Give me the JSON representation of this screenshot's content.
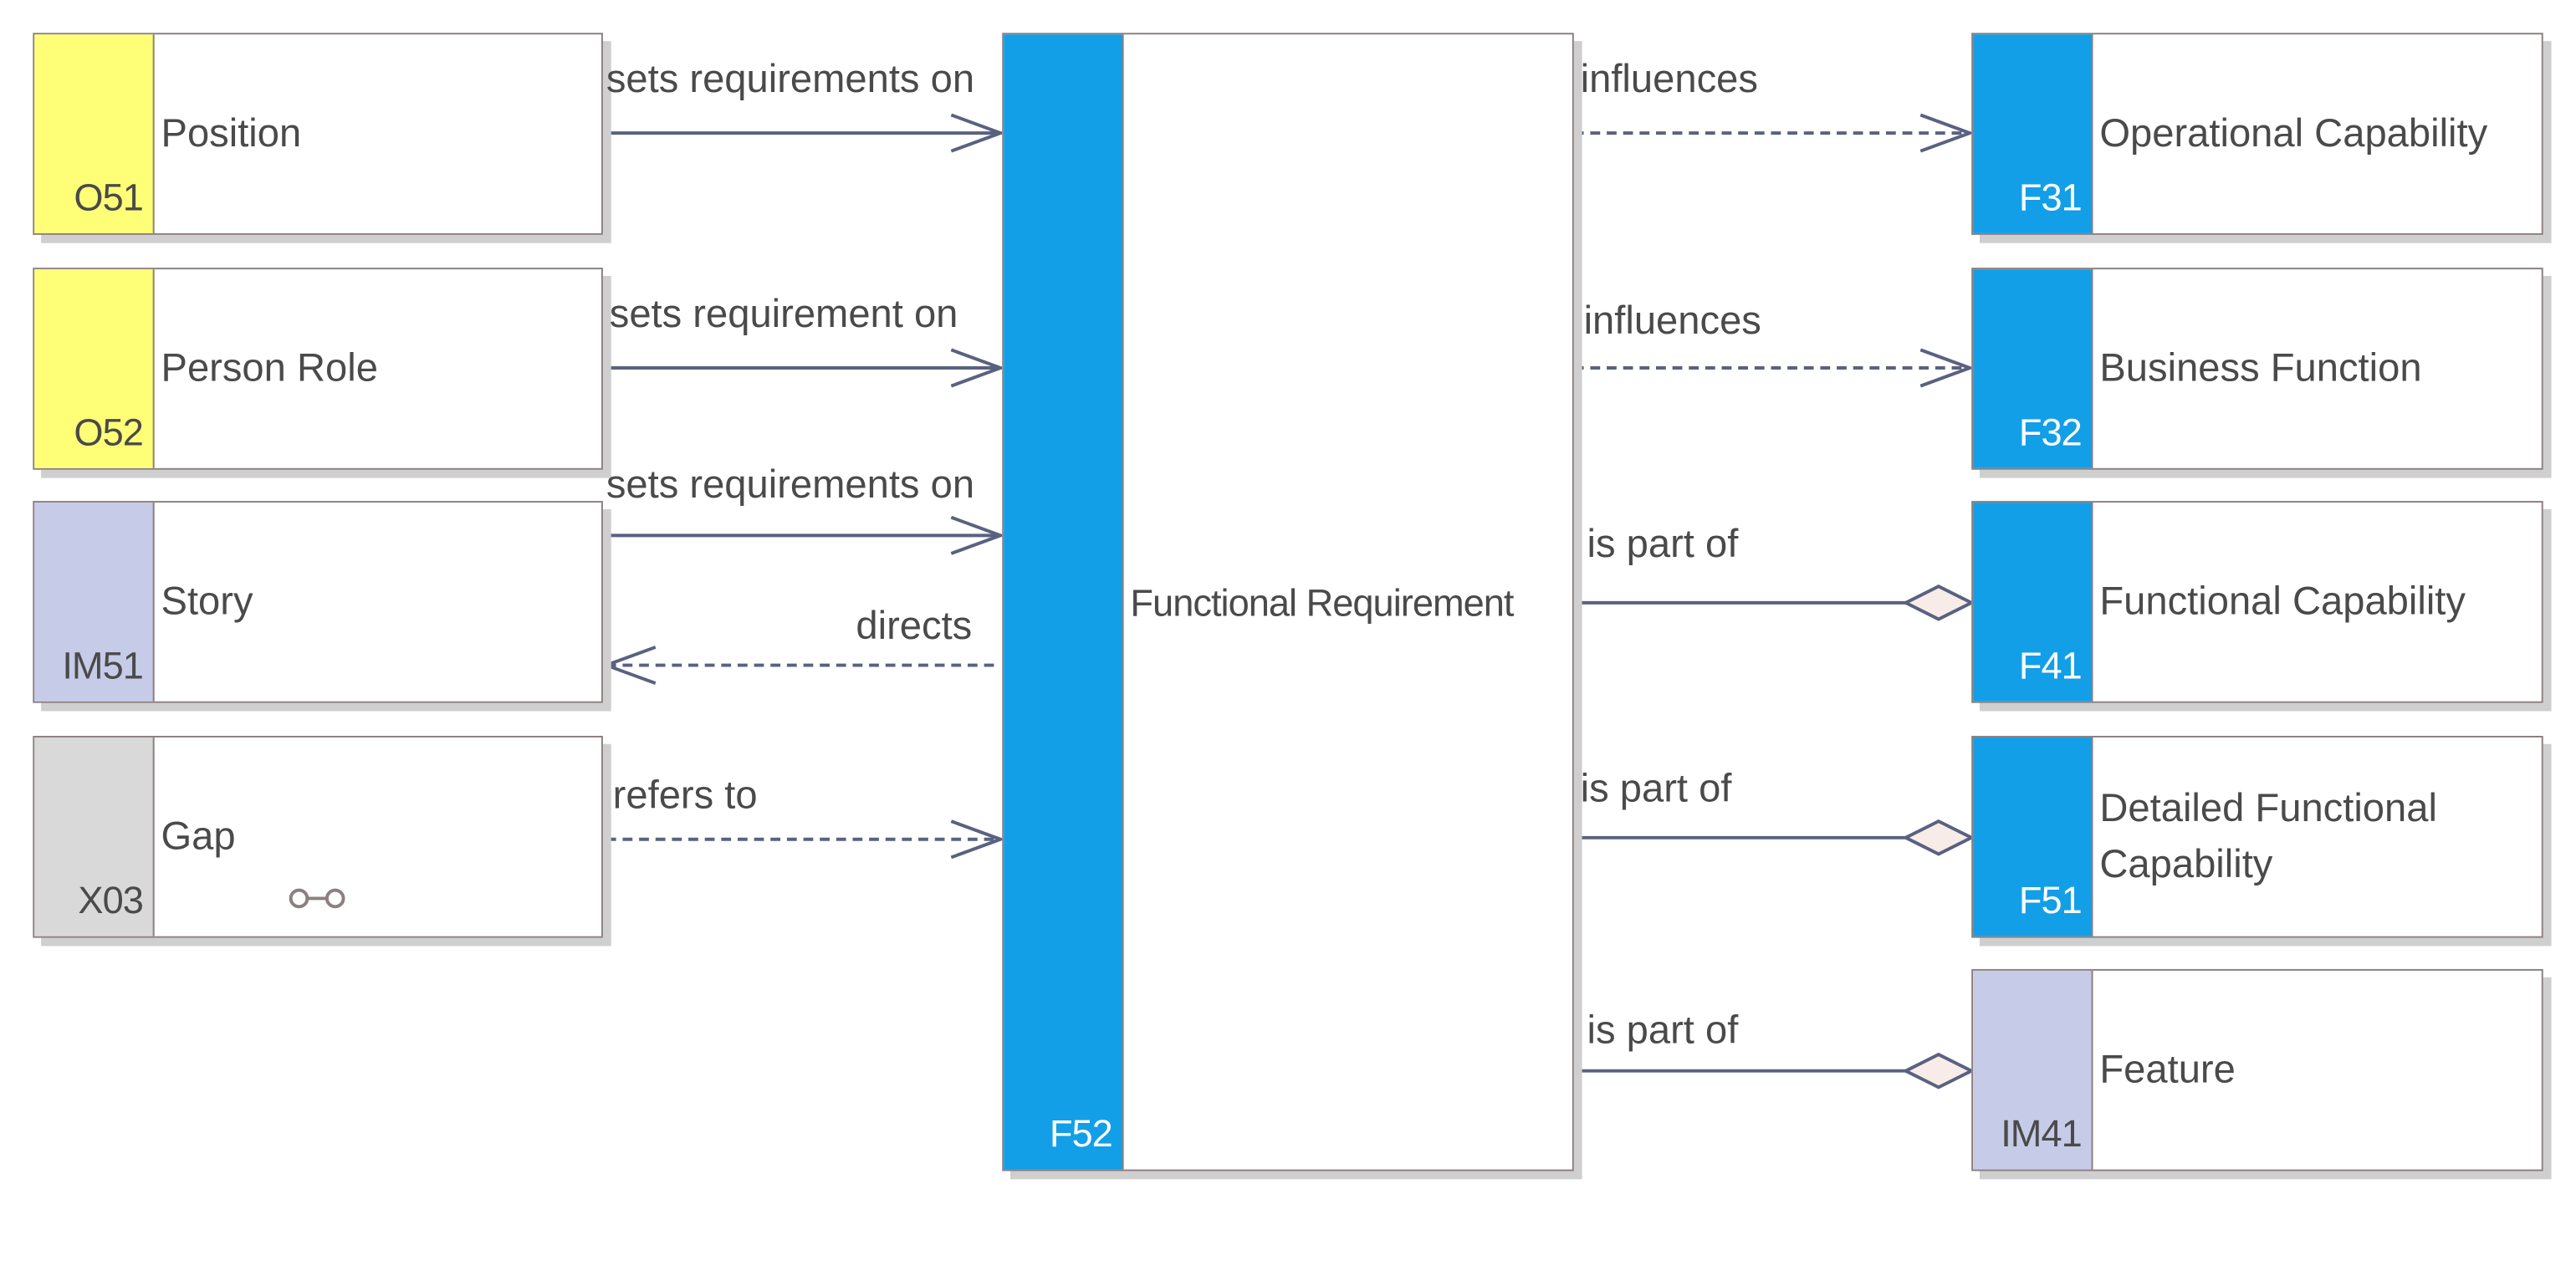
{
  "colors": {
    "yellow": "#ffff77",
    "lavender": "#c6cbe8",
    "gray": "#d9d9d9",
    "blue": "#129fe8",
    "edge": "#5a6180",
    "diamond_fill": "#f7ece8"
  },
  "center": {
    "code": "F52",
    "title": "Functional Requirement"
  },
  "left_nodes": [
    {
      "code": "O51",
      "title": "Position",
      "color": "yellow"
    },
    {
      "code": "O52",
      "title": "Person Role",
      "color": "yellow"
    },
    {
      "code": "IM51",
      "title": "Story",
      "color": "lavender"
    },
    {
      "code": "X03",
      "title": "Gap",
      "color": "gray",
      "icon": "link-icon"
    }
  ],
  "right_nodes": [
    {
      "code": "F31",
      "title": "Operational Capability",
      "color": "blue"
    },
    {
      "code": "F32",
      "title": "Business Function",
      "color": "blue"
    },
    {
      "code": "F41",
      "title": "Functional Capability",
      "color": "blue"
    },
    {
      "code": "F51",
      "title": "Detailed Functional Capability",
      "color": "blue"
    },
    {
      "code": "IM41",
      "title": "Feature",
      "color": "lavender"
    }
  ],
  "relations": [
    {
      "label": "sets requirements on",
      "style": "solid",
      "head": "open-arrow"
    },
    {
      "label": "sets requirement on",
      "style": "solid",
      "head": "open-arrow"
    },
    {
      "label": "sets requirements on",
      "style": "solid",
      "head": "open-arrow"
    },
    {
      "label": "directs",
      "style": "dashed",
      "head": "open-arrow"
    },
    {
      "label": "refers to",
      "style": "dashed",
      "head": "open-arrow"
    },
    {
      "label": "influences",
      "style": "dashed",
      "head": "open-arrow"
    },
    {
      "label": "influences",
      "style": "dashed",
      "head": "open-arrow"
    },
    {
      "label": "is part of",
      "style": "solid",
      "head": "diamond"
    },
    {
      "label": "is part of",
      "style": "solid",
      "head": "diamond"
    },
    {
      "label": "is part of",
      "style": "solid",
      "head": "diamond"
    }
  ]
}
